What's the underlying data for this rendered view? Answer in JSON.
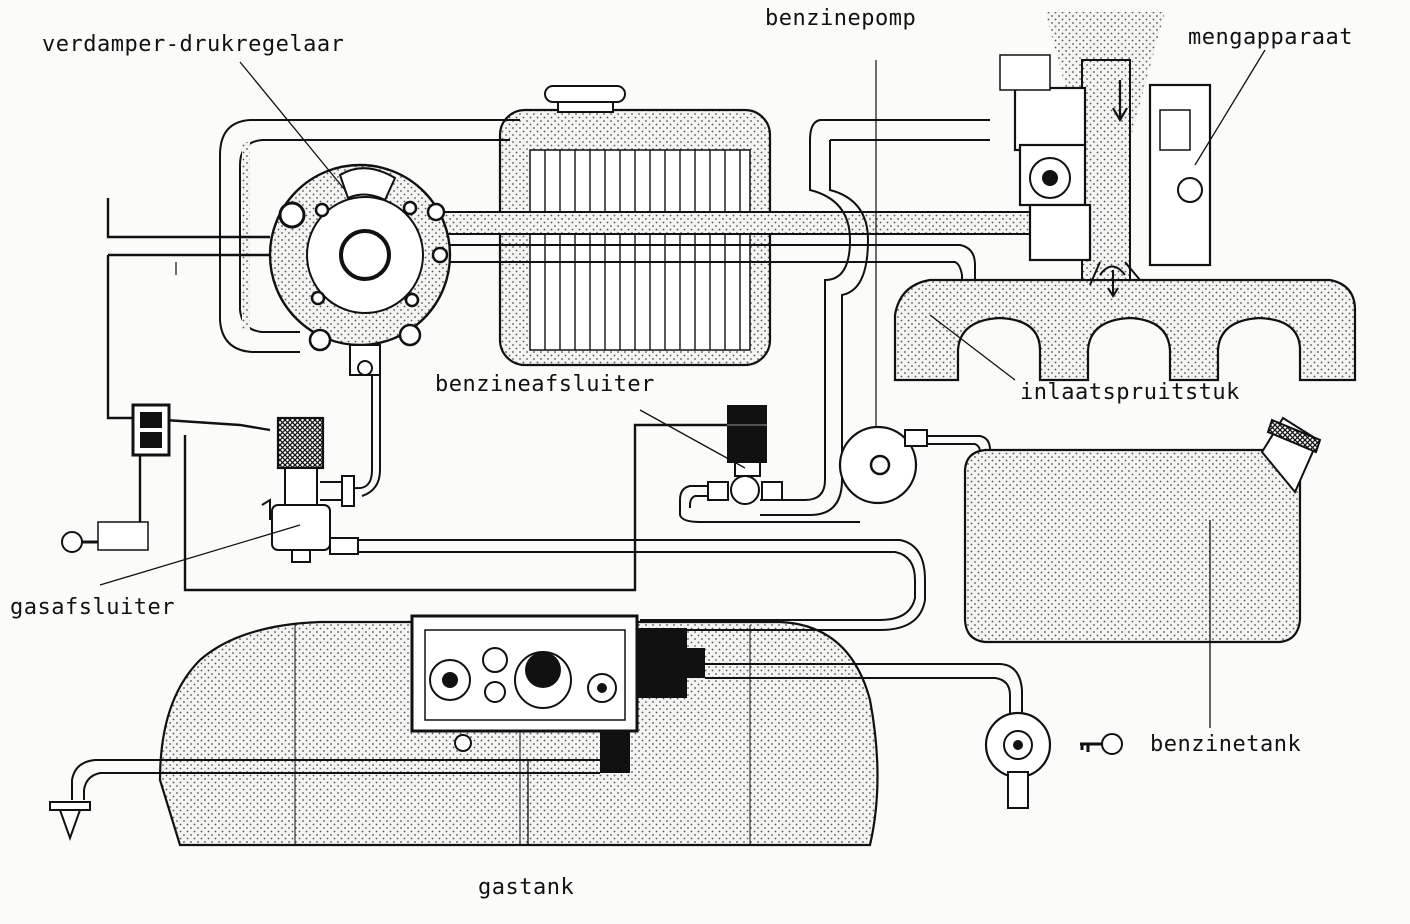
{
  "labels": {
    "verdamper": "verdamper-drukregelaar",
    "benzinepomp": "benzinepomp",
    "mengapparaat": "mengapparaat",
    "inlaatspruitstuk": "inlaatspruitstuk",
    "benzineafsluiter": "benzineafsluiter",
    "gasafsluiter": "gasafsluiter",
    "benzinetank": "benzinetank",
    "gastank": "gastank"
  },
  "colors": {
    "ink": "#111111",
    "paper": "#fbfbf9",
    "stipple": "#cfcfcf"
  }
}
